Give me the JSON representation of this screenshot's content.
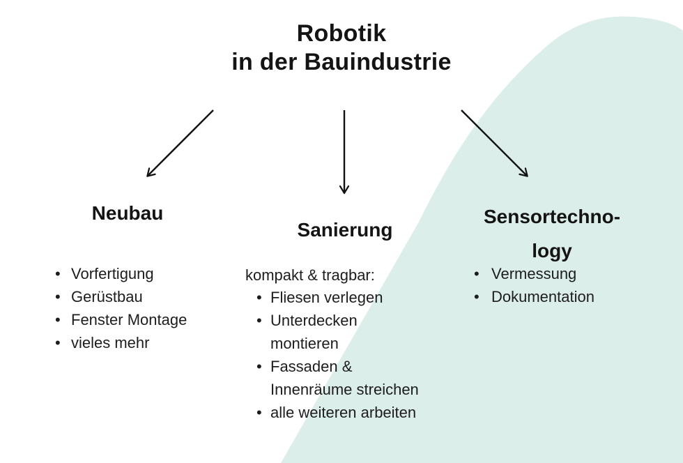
{
  "title": {
    "line1": "Robotik",
    "line2": "in der Bauindustrie"
  },
  "colors": {
    "background": "#ffffff",
    "blob": "#dceee9",
    "text": "#1d1d1f",
    "arrow": "#111111"
  },
  "arrows": [
    {
      "icon": "arrow-down-left"
    },
    {
      "icon": "arrow-down"
    },
    {
      "icon": "arrow-down-right"
    }
  ],
  "columns": [
    {
      "heading": "Neubau",
      "items": [
        "Vorfertigung",
        "Gerüstbau",
        "Fenster Montage",
        "vieles mehr"
      ]
    },
    {
      "heading": "Sanierung",
      "intro": "kompakt & tragbar:",
      "items": [
        "Fliesen verlegen",
        "Unterdecken\nmontieren",
        "Fassaden &\nInnenräume streichen",
        "alle weiteren arbeiten"
      ]
    },
    {
      "heading_line1": "Sensortechno-",
      "heading_line2": "logy",
      "items": [
        "Vermessung",
        "Dokumentation"
      ]
    }
  ]
}
